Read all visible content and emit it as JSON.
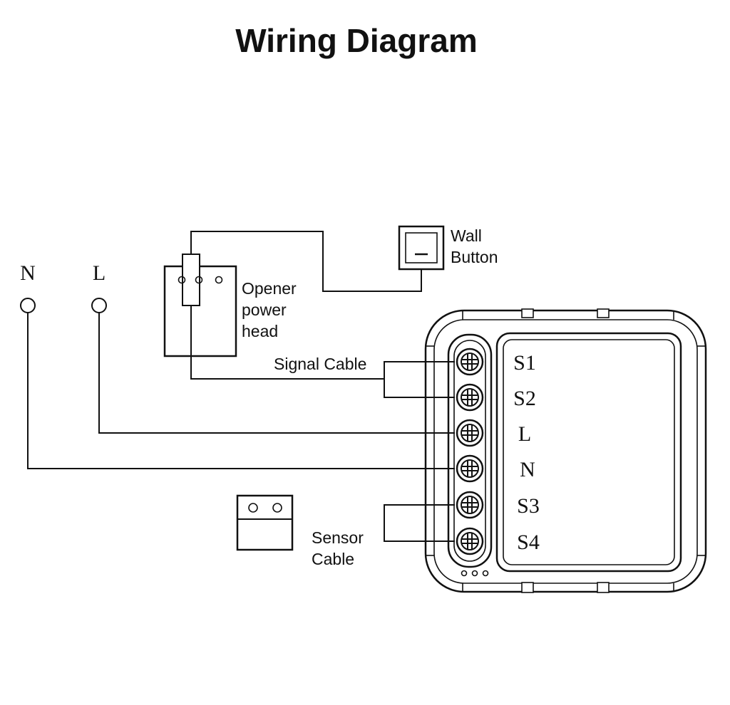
{
  "title": "Wiring Diagram",
  "supply": {
    "neutral": "N",
    "live": "L"
  },
  "wall_button": {
    "line1": "Wall",
    "line2": "Button"
  },
  "opener": {
    "line1": "Opener",
    "line2": "power",
    "line3": "head"
  },
  "signal_cable": "Signal Cable",
  "sensor_cable": {
    "line1": "Sensor",
    "line2": "Cable"
  },
  "terminals": [
    "S1",
    "S2",
    "L",
    "N",
    "S3",
    "S4"
  ],
  "colors": {
    "ink": "#111111",
    "background": "#ffffff"
  }
}
